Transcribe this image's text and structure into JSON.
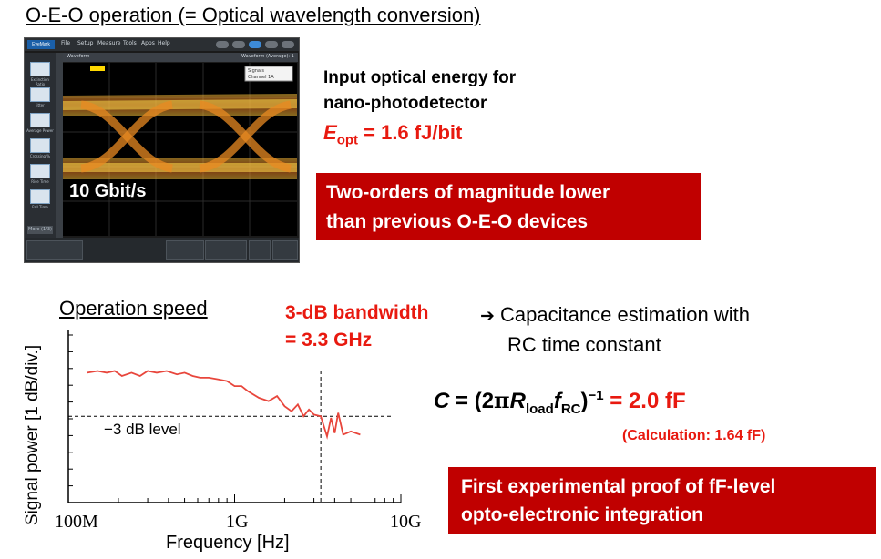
{
  "title": "O-E-O operation (= Optical wavelength conversion)",
  "scope": {
    "menu": [
      "File",
      "Setup",
      "Measure",
      "Tools",
      "Apps",
      "Help"
    ],
    "waveform_tab": "Waveform",
    "waveform_avg": "Waveform (Average): 1",
    "logo": "EyeMark",
    "signals_label": "Signals",
    "channel_label": "Channel 1A",
    "side_items": [
      "Extinction Ratio",
      "Jitter",
      "Average Power",
      "Crossing %",
      "Rise Time",
      "Fall Time"
    ],
    "more_button": "More (1/3)",
    "rate": "10 Gbit/s"
  },
  "input": {
    "line1": "Input optical energy for",
    "line2": "nano-photodetector",
    "eopt_symbol": "E",
    "eopt_sub": "opt",
    "eopt_value": " = 1.6 fJ/bit"
  },
  "box1": {
    "line1": "Two-orders of magnitude lower",
    "line2": "than previous O-E-O devices"
  },
  "speed_title": "Operation speed",
  "bandwidth": {
    "line1": "3-dB bandwidth",
    "line2": "= 3.3 GHz"
  },
  "capacitance": {
    "arrow": "➔",
    "line1": "Capacitance estimation with",
    "line2": "RC time constant"
  },
  "formula": {
    "c": "C",
    "eq": " = (2",
    "pi": "π",
    "r": "R",
    "r_sub": "load",
    "f": "f",
    "f_sub": "RC",
    "close": ")",
    "exp": "−1",
    "result": "  = 2.0 fF"
  },
  "calc": "(Calculation: 1.64 fF)",
  "box2": {
    "line1": "First experimental proof of fF-level",
    "line2": "opto-electronic integration"
  },
  "chart_data": {
    "type": "line",
    "xlabel": "Frequency [Hz]",
    "ylabel": "Signal power [1 dB/div.]",
    "x_scale": "log",
    "xlim": [
      100000000,
      10000000000
    ],
    "x_ticks": [
      "100M",
      "1G",
      "10G"
    ],
    "y_divisions": 10,
    "series": [
      {
        "x": [
          130000000,
          150000000,
          170000000,
          190000000,
          210000000,
          240000000,
          270000000,
          300000000,
          340000000,
          390000000,
          450000000,
          500000000,
          560000000,
          620000000,
          700000000,
          800000000,
          900000000,
          1000000000,
          1100000000,
          1200000000,
          1400000000,
          1600000000,
          1800000000,
          2000000000,
          2200000000,
          2400000000,
          2600000000,
          2800000000,
          3000000000,
          3300000000,
          3600000000,
          3800000000,
          4000000000,
          4200000000,
          4500000000,
          5000000000,
          5700000000
        ],
        "y": [
          -0.4,
          -0.3,
          -0.4,
          -0.3,
          -0.6,
          -0.4,
          -0.6,
          -0.3,
          -0.4,
          -0.3,
          -0.5,
          -0.4,
          -0.6,
          -0.7,
          -0.7,
          -0.8,
          -0.9,
          -1.2,
          -1.2,
          -1.5,
          -1.9,
          -2.1,
          -1.8,
          -2.4,
          -2.7,
          -2.3,
          -3.0,
          -2.6,
          -2.9,
          -3.0,
          -4.2,
          -3.1,
          -4.0,
          -2.8,
          -4.1,
          -3.9,
          -4.1
        ]
      }
    ],
    "annotations": [
      "−3 dB level"
    ],
    "reference_level": -3,
    "reference_x": 3300000000
  }
}
